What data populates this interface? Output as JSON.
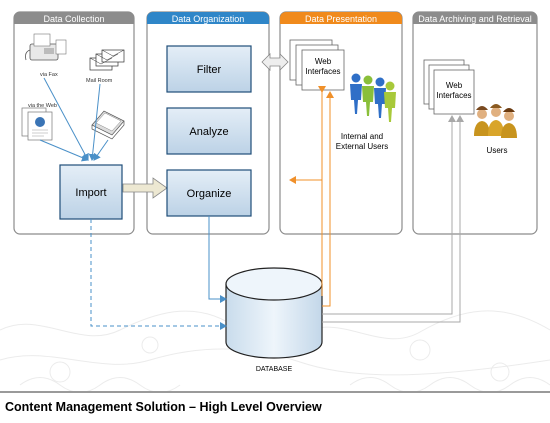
{
  "panels": {
    "collection": {
      "title": "Data Collection",
      "color": "#8c8c8c"
    },
    "organization": {
      "title": "Data Organization",
      "color": "#2f86c8"
    },
    "presentation": {
      "title": "Data Presentation",
      "color": "#f08a1c"
    },
    "archiving": {
      "title": "Data Archiving and Retrieval",
      "color": "#8c8c8c"
    }
  },
  "collection": {
    "fax_label": "via Fax",
    "mailroom_label": "Mail Room",
    "web_label": "via the Web",
    "import_label": "Import"
  },
  "organization": {
    "filter_label": "Filter",
    "analyze_label": "Analyze",
    "organize_label": "Organize"
  },
  "presentation": {
    "web_line1": "Web",
    "web_line2": "Interfaces",
    "users_line1": "Internal and",
    "users_line2": "External Users"
  },
  "archiving": {
    "web_line1": "Web",
    "web_line2": "Interfaces",
    "users_label": "Users"
  },
  "database_label": "DATABASE",
  "footer_title": "Content Management Solution – High Level Overview",
  "colors": {
    "box_fill": "#cfe0ee",
    "box_border": "#1f4e79",
    "db_fill": "#dbe9f4",
    "arrow_blue": "#4a90c8",
    "arrow_orange": "#f0902a",
    "arrow_gray": "#a8a8a8"
  }
}
